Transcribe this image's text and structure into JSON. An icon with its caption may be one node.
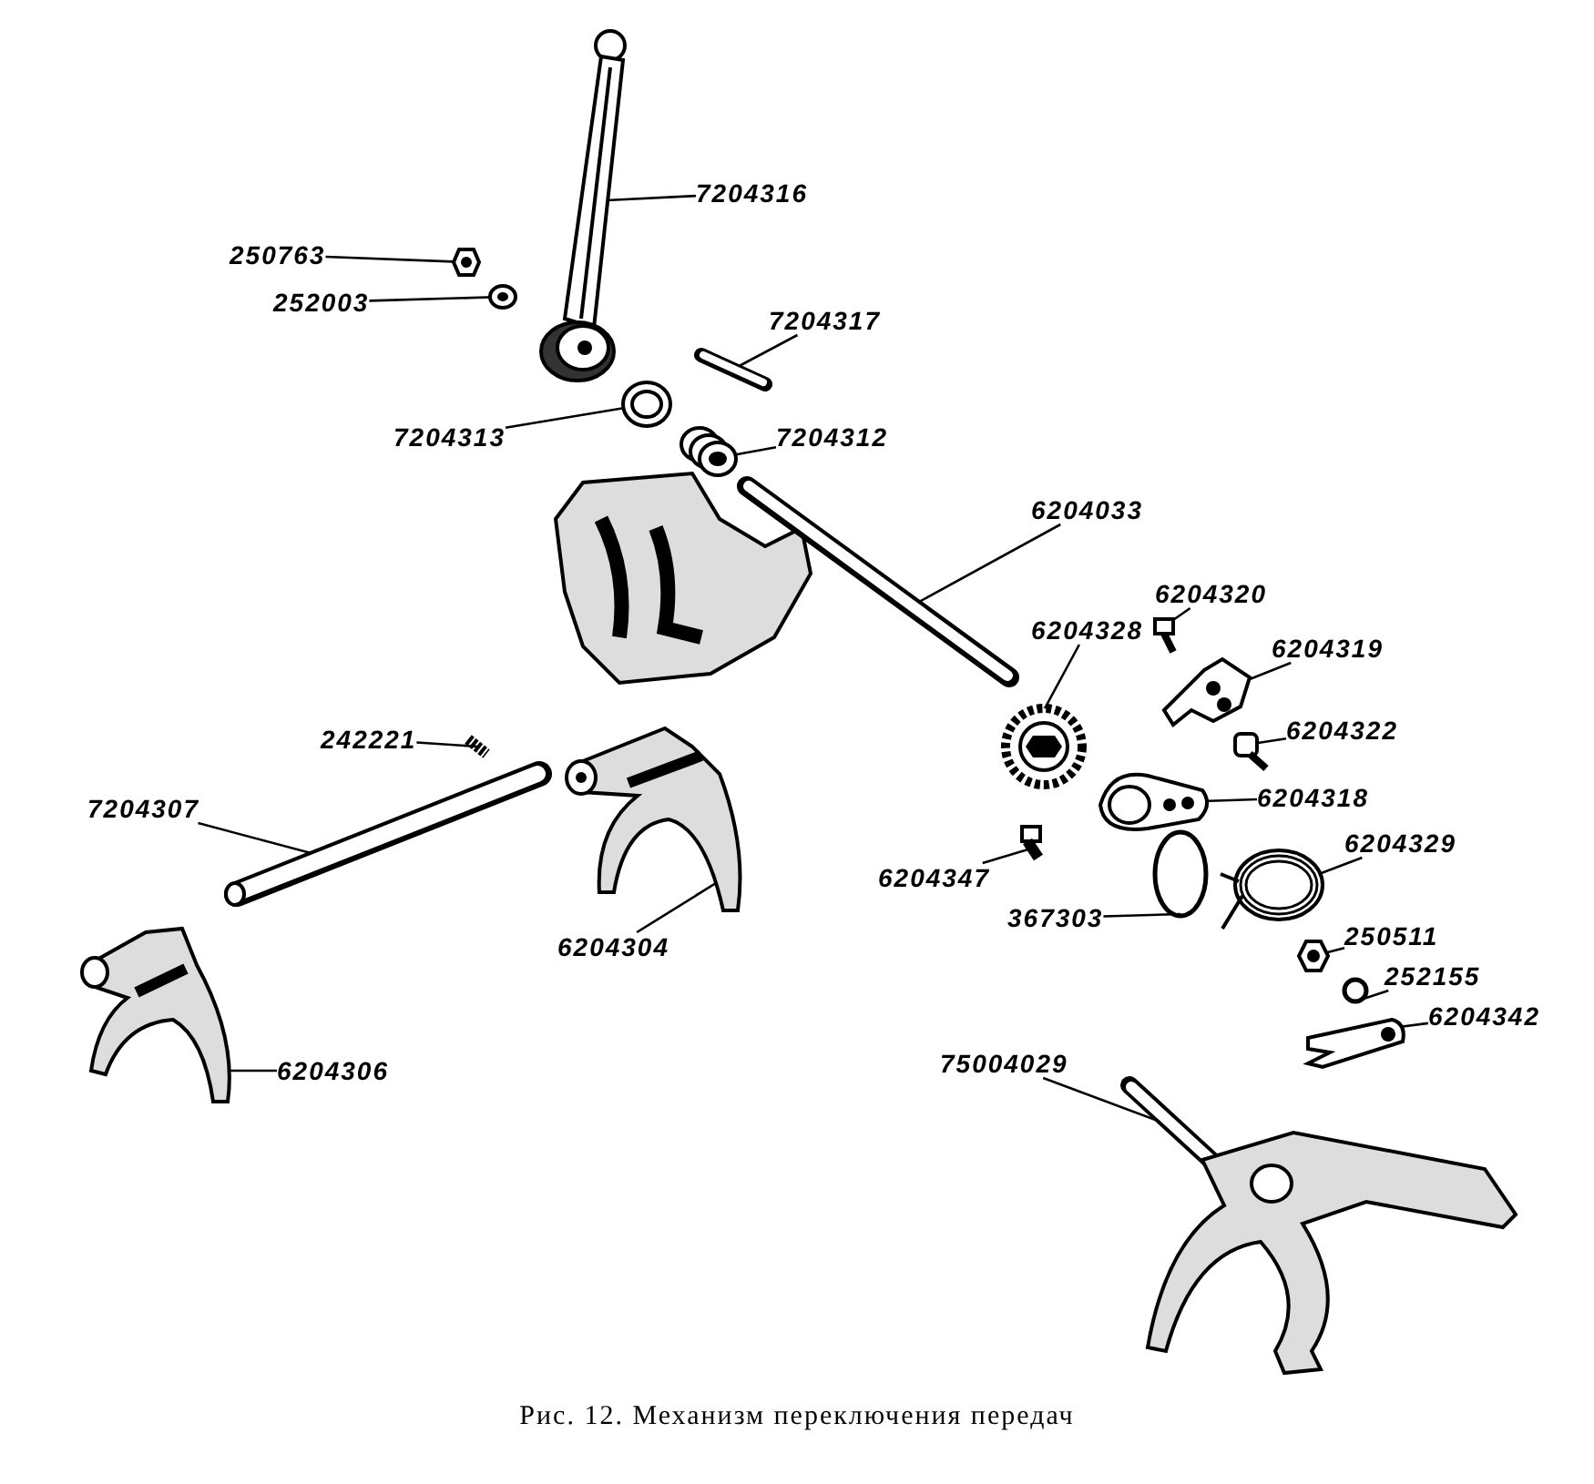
{
  "diagram": {
    "caption": "Рис. 12. Механизм переключения передач",
    "nodes": [
      {
        "text": [
          "7204316"
        ]
      },
      {
        "text": [
          "250763"
        ]
      },
      {
        "text": [
          "252003"
        ]
      },
      {
        "text": [
          "7204317"
        ]
      },
      {
        "text": [
          "7204313"
        ]
      },
      {
        "text": [
          "7204312"
        ]
      },
      {
        "text": [
          "6204033"
        ]
      },
      {
        "text": [
          "6204328"
        ]
      },
      {
        "text": [
          "6204320"
        ]
      },
      {
        "text": [
          "6204319"
        ]
      },
      {
        "text": [
          "6204322"
        ]
      },
      {
        "text": [
          "6204318"
        ]
      },
      {
        "text": [
          "242221"
        ]
      },
      {
        "text": [
          "7204307"
        ]
      },
      {
        "text": [
          "6204304"
        ]
      },
      {
        "text": [
          "6204347"
        ]
      },
      {
        "text": [
          "367303"
        ]
      },
      {
        "text": [
          "6204329"
        ]
      },
      {
        "text": [
          "250511"
        ]
      },
      {
        "text": [
          "252155"
        ]
      },
      {
        "text": [
          "6204342"
        ]
      },
      {
        "text": [
          "6204306"
        ]
      },
      {
        "text": [
          "75004029"
        ]
      },
      {
        "text": [],
        "shape": "picture"
      },
      {
        "text": [],
        "shape": "picture"
      },
      {
        "text": [],
        "shape": "picture"
      },
      {
        "text": [],
        "shape": "picture"
      },
      {
        "text": [],
        "shape": "picture"
      },
      {
        "text": [],
        "shape": "picture"
      },
      {
        "text": [],
        "shape": "picture"
      },
      {
        "text": [],
        "shape": "picture"
      },
      {
        "text": [],
        "shape": "picture"
      },
      {
        "text": [],
        "shape": "picture"
      },
      {
        "text": [],
        "shape": "picture"
      },
      {
        "text": [],
        "shape": "picture"
      },
      {
        "text": [],
        "shape": "picture"
      },
      {
        "text": [],
        "shape": "picture"
      },
      {
        "text": [],
        "shape": "picture"
      },
      {
        "text": [],
        "shape": "picture"
      },
      {
        "text": [],
        "shape": "circle"
      },
      {
        "text": [],
        "shape": "picture"
      },
      {
        "text": [],
        "shape": "picture"
      },
      {
        "text": [],
        "shape": "circle"
      },
      {
        "text": [],
        "shape": "picture"
      },
      {
        "text": [],
        "shape": "picture"
      },
      {
        "text": [],
        "shape": "picture"
      }
    ],
    "edges": [
      {
        "from": 0,
        "to": 23,
        "arrow": "none"
      },
      {
        "from": 1,
        "to": 24,
        "arrow": "none"
      },
      {
        "from": 2,
        "to": 25,
        "arrow": "none"
      },
      {
        "from": 3,
        "to": 26,
        "arrow": "none"
      },
      {
        "from": 4,
        "to": 27,
        "arrow": "none"
      },
      {
        "from": 5,
        "to": 28,
        "arrow": "none"
      },
      {
        "from": 6,
        "to": 29,
        "arrow": "none"
      },
      {
        "from": 7,
        "to": 30,
        "arrow": "none"
      },
      {
        "from": 8,
        "to": 31,
        "arrow": "none"
      },
      {
        "from": 9,
        "to": 32,
        "arrow": "none"
      },
      {
        "from": 10,
        "to": 33,
        "arrow": "none"
      },
      {
        "from": 11,
        "to": 34,
        "arrow": "none"
      },
      {
        "from": 12,
        "to": 35,
        "arrow": "none"
      },
      {
        "from": 13,
        "to": 36,
        "arrow": "none"
      },
      {
        "from": 14,
        "to": 37,
        "arrow": "none"
      },
      {
        "from": 15,
        "to": 38,
        "arrow": "none"
      },
      {
        "from": 16,
        "to": 39,
        "arrow": "none"
      },
      {
        "from": 17,
        "to": 40,
        "arrow": "none"
      },
      {
        "from": 18,
        "to": 41,
        "arrow": "none"
      },
      {
        "from": 19,
        "to": 42,
        "arrow": "none"
      },
      {
        "from": 20,
        "to": 43,
        "arrow": "none"
      },
      {
        "from": 21,
        "to": 44,
        "arrow": "none"
      },
      {
        "from": 22,
        "to": 45,
        "arrow": "none"
      }
    ]
  }
}
